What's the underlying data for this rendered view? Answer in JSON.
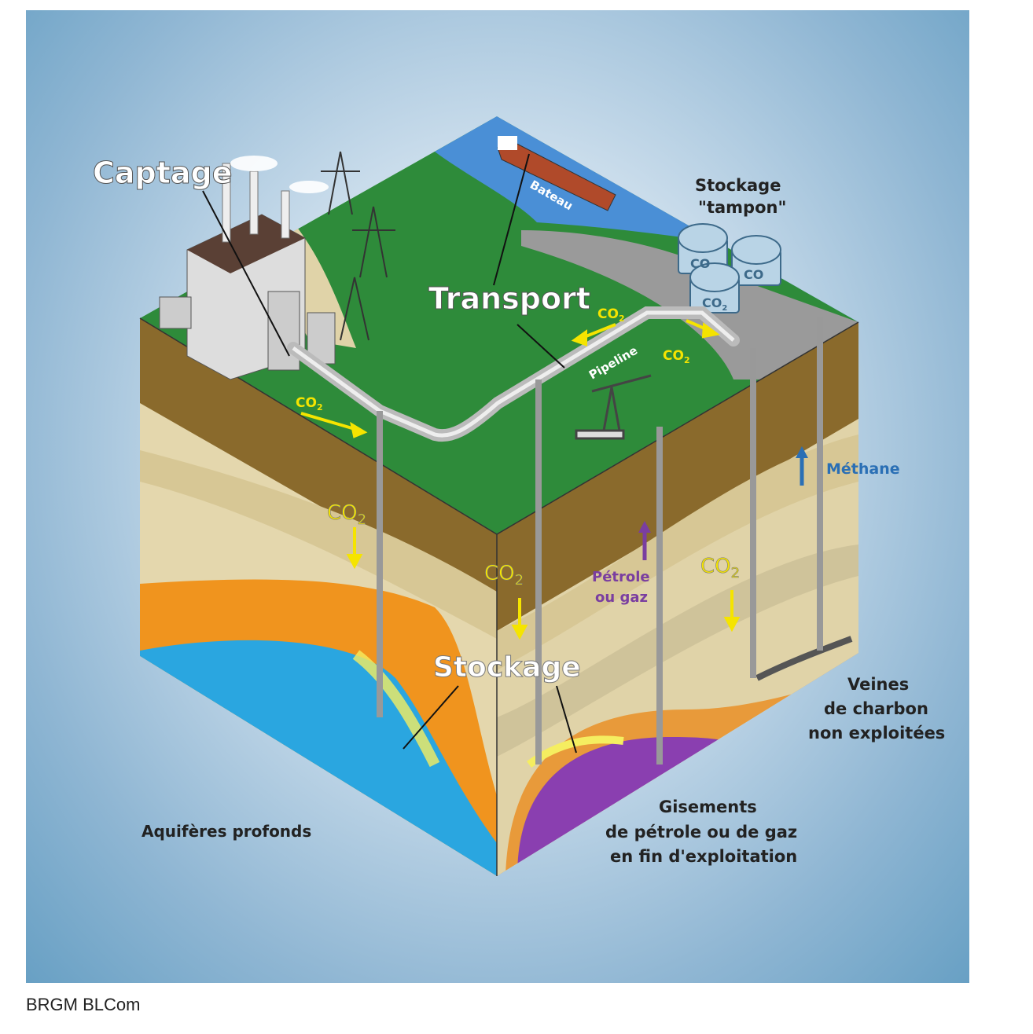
{
  "labels": {
    "captage": "Captage",
    "transport": "Transport",
    "stockage_main": "Stockage",
    "stockage_tampon_line1": "Stockage",
    "stockage_tampon_line2": "\"tampon\"",
    "bateau": "Bateau",
    "pipeline": "Pipeline",
    "methane": "Méthane",
    "petrole_line1": "Pétrole",
    "petrole_line2": "ou gaz",
    "aquiferes": "Aquifères profonds",
    "veines_line1": "Veines",
    "veines_line2": "de charbon",
    "veines_line3": "non exploitées",
    "gisements_line1": "Gisements",
    "gisements_line2": "de pétrole ou de gaz",
    "gisements_line3": "en fin d'exploitation",
    "co2": "CO",
    "co2_sub": "2"
  },
  "credit": "BRGM BLCom",
  "colors": {
    "grass": "#2e8b3a",
    "sea": "#4a8fd6",
    "soil_brown": "#8a6a2c",
    "sand": "#e0d3a8",
    "orange": "#f0941e",
    "aquifer_blue": "#2aa6e0",
    "oil_purple": "#8a3fb0",
    "co2_yellow": "#f5e400",
    "methane_blue": "#2a6fb5"
  }
}
